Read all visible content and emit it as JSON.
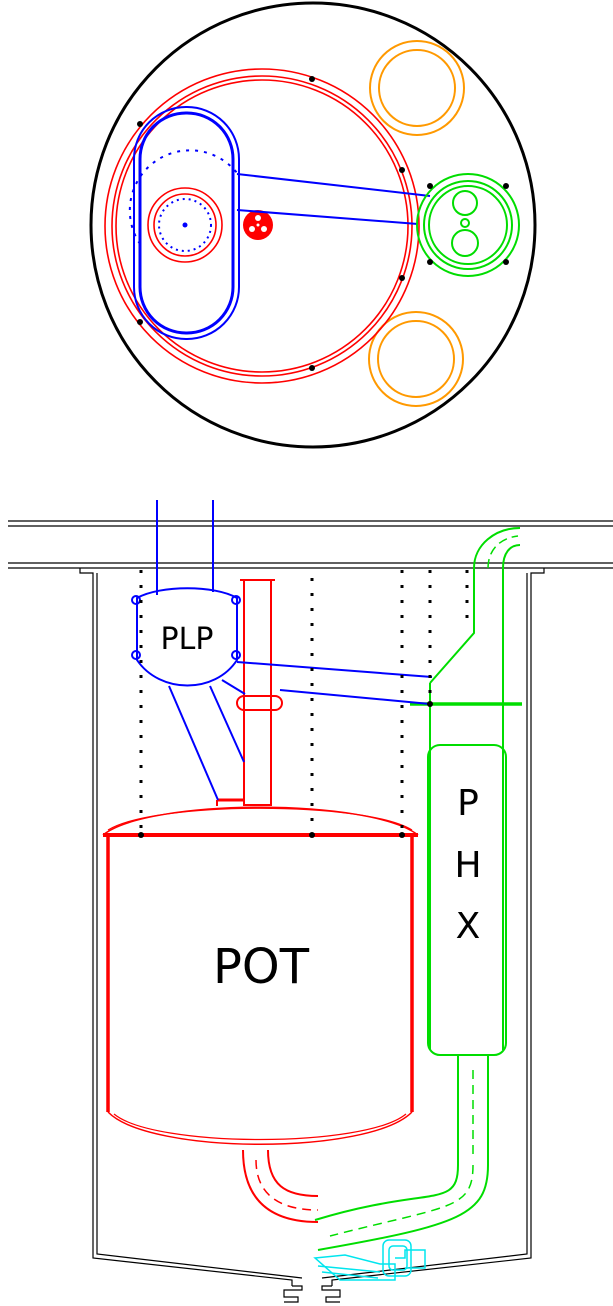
{
  "colors": {
    "outline": "#000000",
    "pot": "#ff0000",
    "plp": "#0000ff",
    "phx": "#00dd00",
    "port": "#ff9900",
    "aux": "#00e5ee"
  },
  "labels": {
    "plp": "PLP",
    "pot": "POT",
    "phx_p": "P",
    "phx_h": "H",
    "phx_x": "X"
  }
}
